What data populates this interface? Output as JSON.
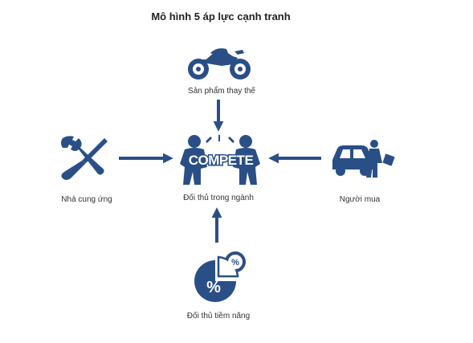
{
  "title": "Mô hình 5 áp lực cạnh tranh",
  "nodes": {
    "substitutes": {
      "label": "Sản phẩm thay thế",
      "icon": "motorcycle-icon"
    },
    "rivalry": {
      "label": "Đối thủ trong ngành",
      "icon": "compete-icon",
      "icon_text": "COMPETE"
    },
    "suppliers": {
      "label": "Nhà cung ứng",
      "icon": "tools-icon"
    },
    "buyers": {
      "label": "Người mua",
      "icon": "car-buyer-icon"
    },
    "entrants": {
      "label": "Đối thủ tiềm năng",
      "icon": "pie-percent-icon",
      "icon_text": "%"
    }
  },
  "colors": {
    "accent": "#2a4f86",
    "text": "#333333",
    "title": "#222222"
  }
}
